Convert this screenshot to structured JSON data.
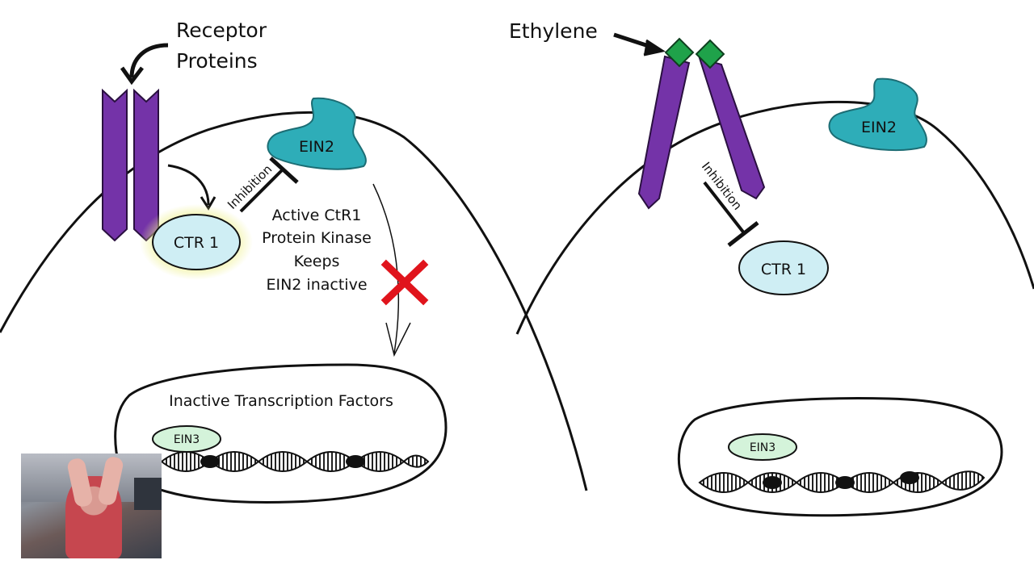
{
  "left_panel": {
    "receptor_label_line1": "Receptor",
    "receptor_label_line2": "Proteins",
    "ein2": "EIN2",
    "ctr1": "CTR 1",
    "inhibition": "Inhibition",
    "note_line1": "Active CtR1",
    "note_line2": "Protein Kinase",
    "note_line3": "Keeps",
    "note_line4": "EIN2 inactive",
    "nucleus_title": "Inactive Transcription Factors",
    "ein3": "EIN3"
  },
  "right_panel": {
    "ethylene_label": "Ethylene",
    "ein2": "EIN2",
    "ctr1": "CTR 1",
    "inhibition": "Inhibition",
    "ein3": "EIN3"
  },
  "colors": {
    "receptor": "#7433a8",
    "ein2": "#2eadb8",
    "ctr1": "#cfeef4",
    "ctr1_glow": "#eef08a",
    "ein3": "#d4f3da",
    "ethylene": "#1fa24a",
    "blocked": "#e0141c"
  }
}
